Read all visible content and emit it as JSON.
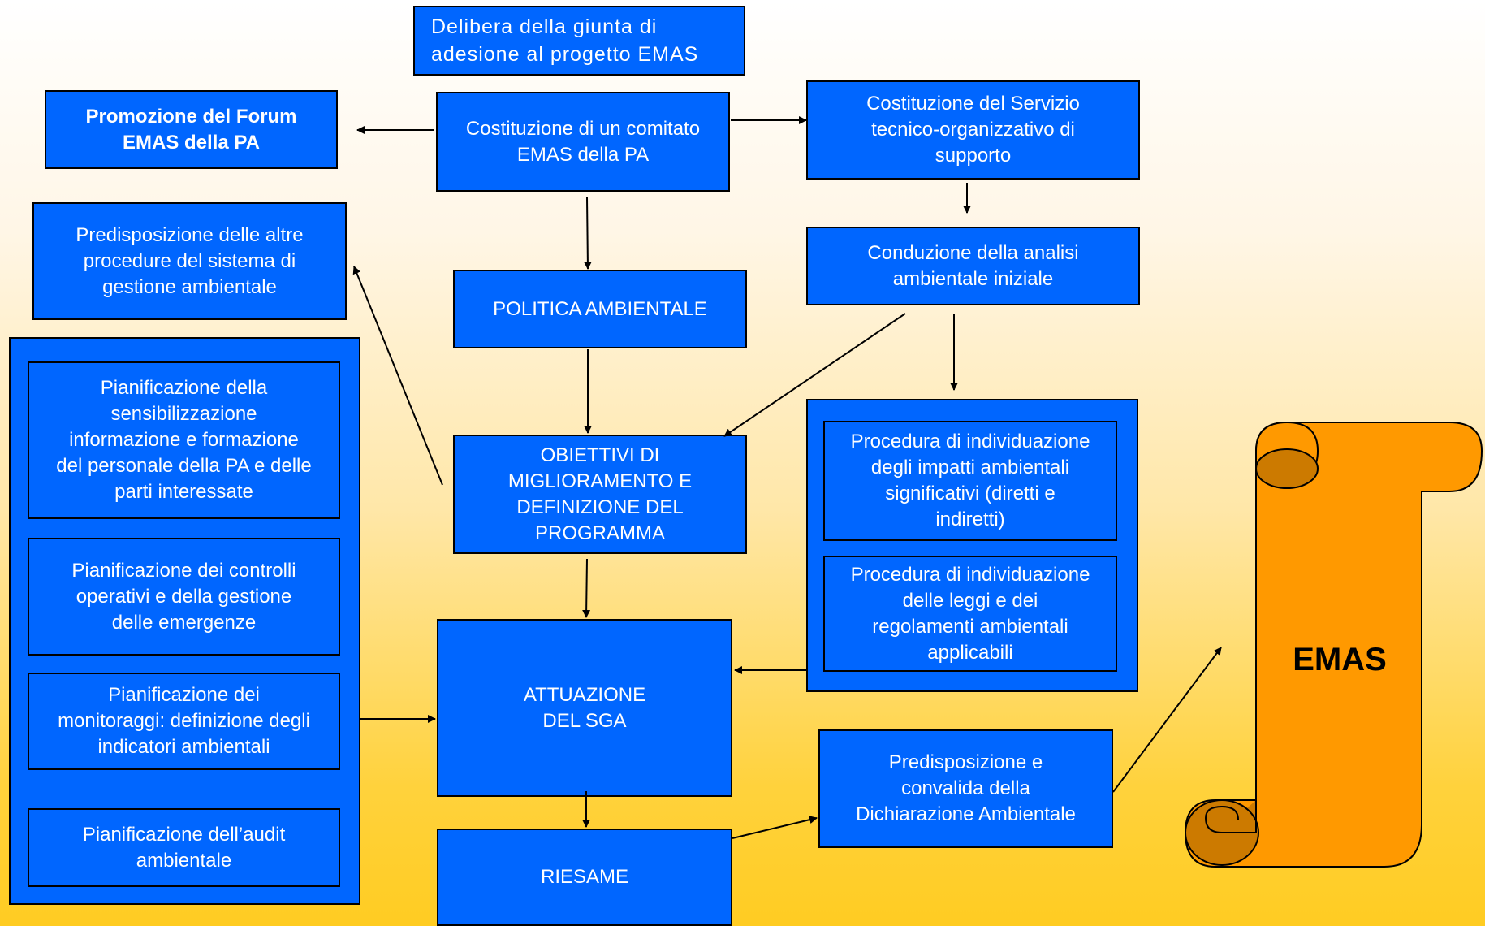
{
  "boxes": {
    "delibera": "Delibera della giunta di\nadesione al progetto EMAS",
    "promozione": "Promozione del Forum\nEMAS della PA",
    "comitato": "Costituzione di un comitato\nEMAS della PA",
    "servizio": "Costituzione del Servizio\ntecnico-organizzativo di\nsupporto",
    "predisposizione_procedure": "Predisposizione delle altre\nprocedure del sistema di\ngestione ambientale",
    "analisi": "Conduzione della analisi\nambientale iniziale",
    "politica": "POLITICA AMBIENTALE",
    "obiettivi": "OBIETTIVI DI\nMIGLIORAMENTO E\nDEFINIZIONE DEL\nPROGRAMMA",
    "pian_sensibilizzazione": "Pianificazione della\nsensibilizzazione\ninformazione e formazione\ndel personale della PA e delle\nparti interessate",
    "pian_controlli": "Pianificazione dei controlli\noperativi e della gestione\ndelle emergenze",
    "pian_monitoraggi": "Pianificazione dei\nmonitoraggi: definizione degli\nindicatori ambientali",
    "pian_audit": "Pianificazione dell’audit\nambientale",
    "proc_impatti": "Procedura di individuazione\ndegli impatti ambientali\nsignificativi (diretti e\nindiretti)",
    "proc_leggi": "Procedura di individuazione\ndelle leggi e dei\nregolamenti ambientali\napplicabili",
    "attuazione": "ATTUAZIONE\nDEL SGA",
    "riesame": "RIESAME",
    "dichiarazione": "Predisposizione e\nconvalida della\nDichiarazione Ambientale"
  },
  "scroll_label": "EMAS",
  "colors": {
    "box_fill": "#0066ff",
    "scroll_fill": "#ff9900",
    "scroll_curl": "#cc7a00"
  }
}
